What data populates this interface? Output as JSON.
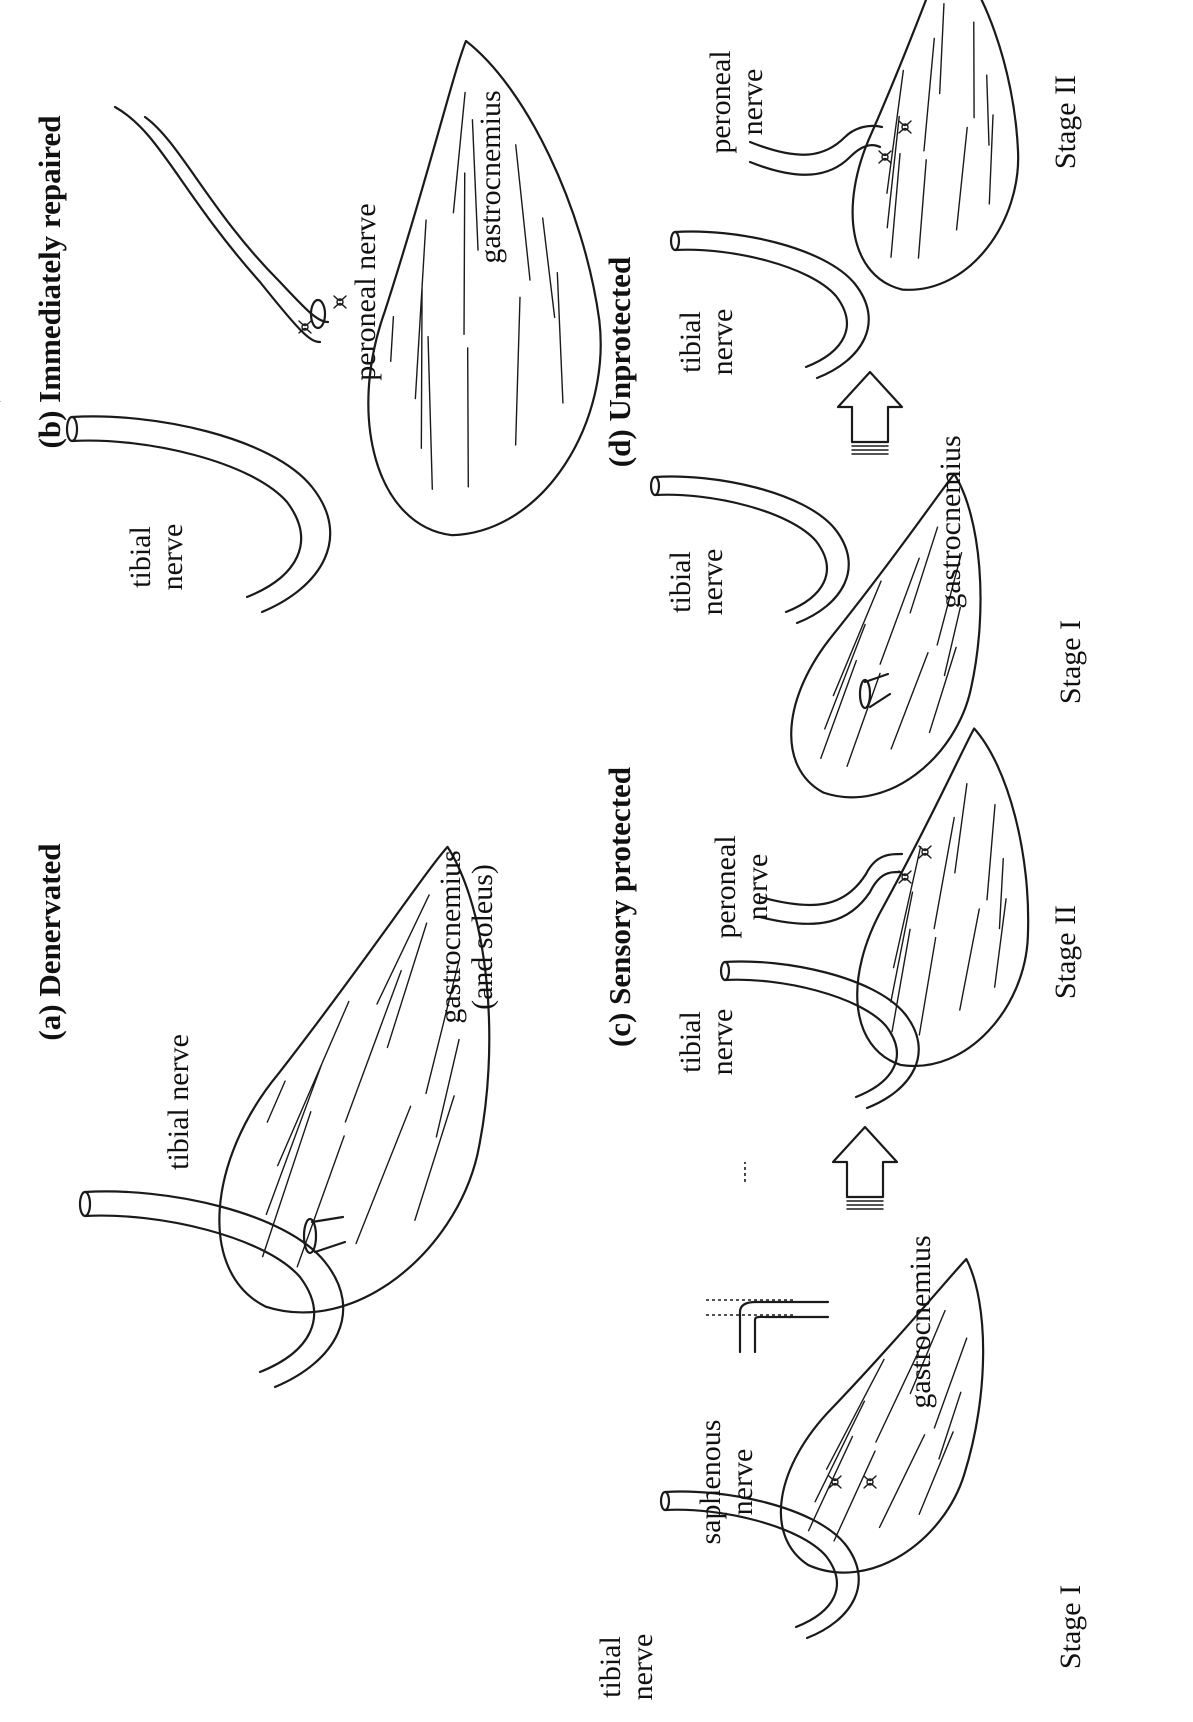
{
  "panels": {
    "a": {
      "title": "(a)  Denervated",
      "tibial": "tibial nerve",
      "muscle_1": "gastrocnemius",
      "muscle_2": "(and soleus)"
    },
    "b": {
      "title": "(b) Immediately repaired",
      "tibial_1": "tibial",
      "tibial_2": "nerve",
      "peroneal": "peroneal nerve",
      "muscle": "gastrocnemius"
    },
    "c": {
      "title": "(c) Sensory protected",
      "tibial_1": "tibial",
      "tibial_2": "nerve",
      "saphenous_1": "saphenous",
      "saphenous_2": "nerve",
      "muscle": "gastrocnemius",
      "stage_1": "Stage I",
      "tibial2_1": "tibial",
      "tibial2_2": "nerve",
      "peroneal_1": "peroneal",
      "peroneal_2": "nerve",
      "stage_2": "Stage II"
    },
    "d": {
      "title": "(d) Unprotected",
      "tibial_1": "tibial",
      "tibial_2": "nerve",
      "muscle": "gastrocnemius",
      "stage_1": "Stage I",
      "tibial2_1": "tibial",
      "tibial2_2": "nerve",
      "peroneal_1": "peroneal",
      "peroneal_2": "nerve",
      "stage_2": "Stage II"
    }
  }
}
